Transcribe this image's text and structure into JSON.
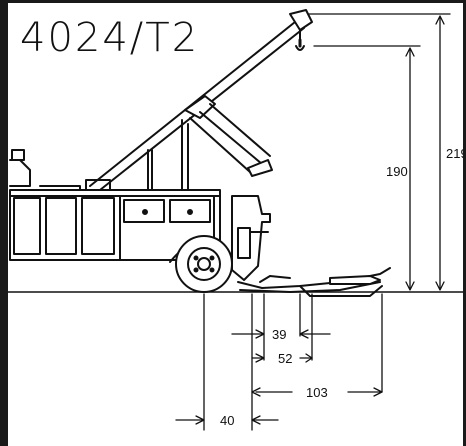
{
  "title": "4024/T2",
  "colors": {
    "line": "#111111",
    "body": "#ffffff",
    "frame": "#1a1a1a"
  },
  "dimensions": {
    "height_max": "219",
    "height_hook": "190",
    "reach_39": "39",
    "reach_52": "52",
    "reach_103": "103",
    "offset_40": "40"
  }
}
